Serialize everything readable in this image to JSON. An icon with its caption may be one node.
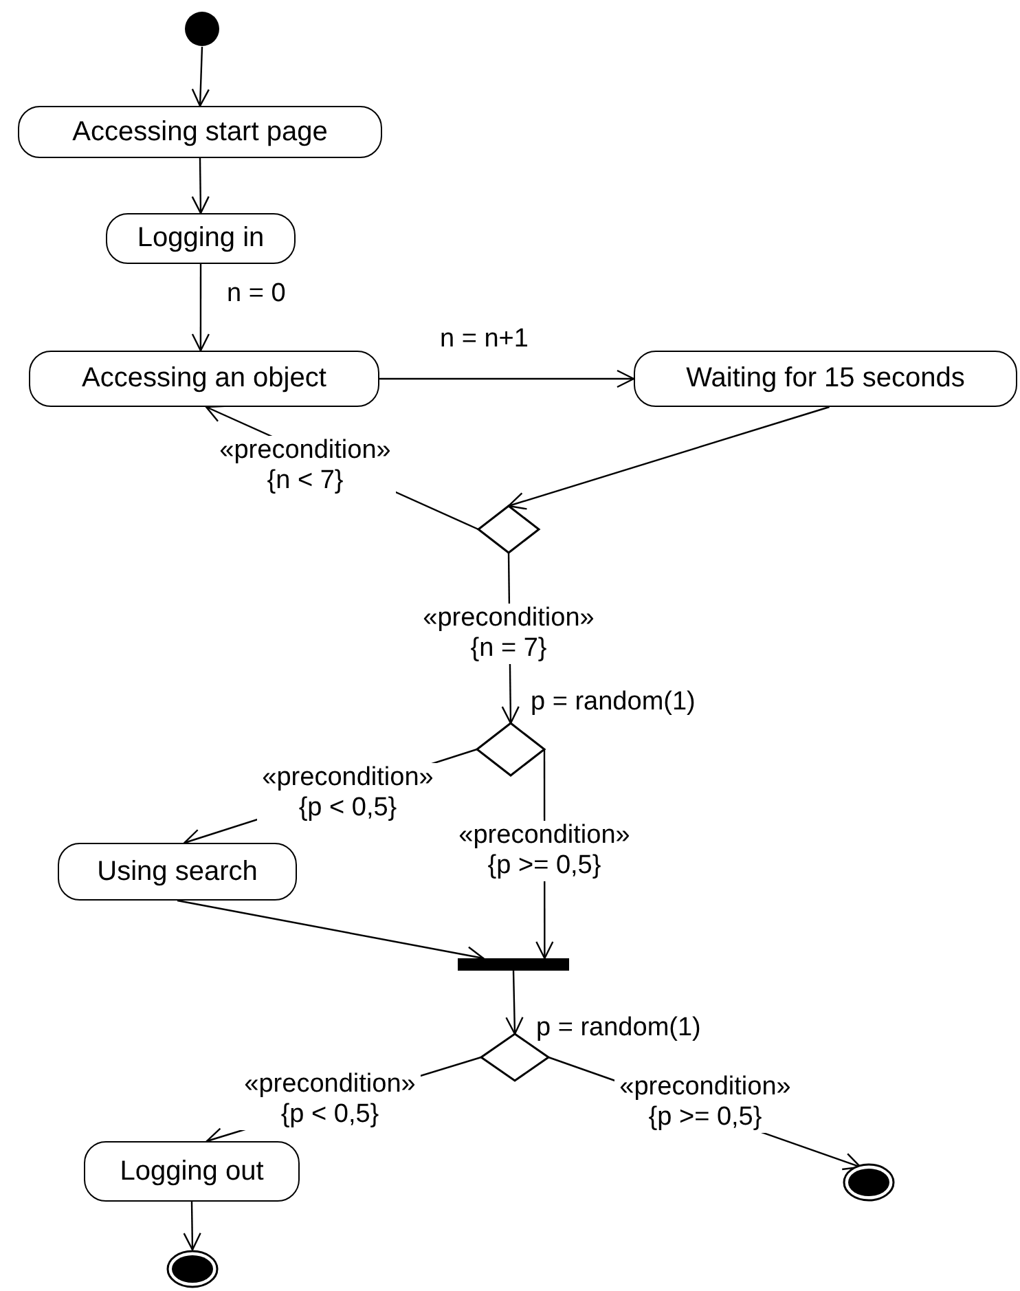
{
  "diagram": {
    "nodes": [
      {
        "text": [],
        "shape": "circle"
      },
      {
        "text": [
          "Accessing start page"
        ]
      },
      {
        "text": [
          "Logging in"
        ]
      },
      {
        "text": [
          "Accessing an object"
        ]
      },
      {
        "text": [
          "Waiting for 15 seconds"
        ]
      },
      {
        "text": [],
        "shape": "diamond"
      },
      {
        "text": [],
        "shape": "diamond",
        "beside": [
          "p = random(1)"
        ]
      },
      {
        "text": [
          "Using search"
        ]
      },
      {
        "text": [],
        "shape": "bar"
      },
      {
        "text": [],
        "shape": "diamond",
        "beside": [
          "p = random(1)"
        ]
      },
      {
        "text": [
          "Logging out"
        ]
      },
      {
        "text": [],
        "shape": "bullseye"
      },
      {
        "text": [],
        "shape": "bullseye"
      }
    ],
    "edges": [
      {
        "from": 0,
        "to": 1,
        "arrow": "to"
      },
      {
        "from": 1,
        "to": 2,
        "arrow": "to"
      },
      {
        "from": 2,
        "to": 3,
        "arrow": "to",
        "label": "n = 0"
      },
      {
        "from": 3,
        "to": 4,
        "arrow": "to",
        "label": "n = n+1"
      },
      {
        "from": 4,
        "to": 5,
        "arrow": "to"
      },
      {
        "from": 5,
        "to": 3,
        "arrow": "to",
        "label": "«precondition» {n < 7}"
      },
      {
        "from": 5,
        "to": 6,
        "arrow": "to",
        "label": "«precondition» {n = 7}"
      },
      {
        "from": 6,
        "to": 7,
        "arrow": "to",
        "label": "«precondition» {p < 0,5}"
      },
      {
        "from": 6,
        "to": 8,
        "arrow": "to",
        "label": "«precondition» {p >= 0,5}"
      },
      {
        "from": 7,
        "to": 8,
        "arrow": "to"
      },
      {
        "from": 8,
        "to": 9,
        "arrow": "to"
      },
      {
        "from": 9,
        "to": 10,
        "arrow": "to",
        "label": "«precondition» {p < 0,5}"
      },
      {
        "from": 9,
        "to": 12,
        "arrow": "to",
        "label": "«precondition» {p >= 0,5}"
      },
      {
        "from": 10,
        "to": 11,
        "arrow": "to"
      }
    ]
  }
}
